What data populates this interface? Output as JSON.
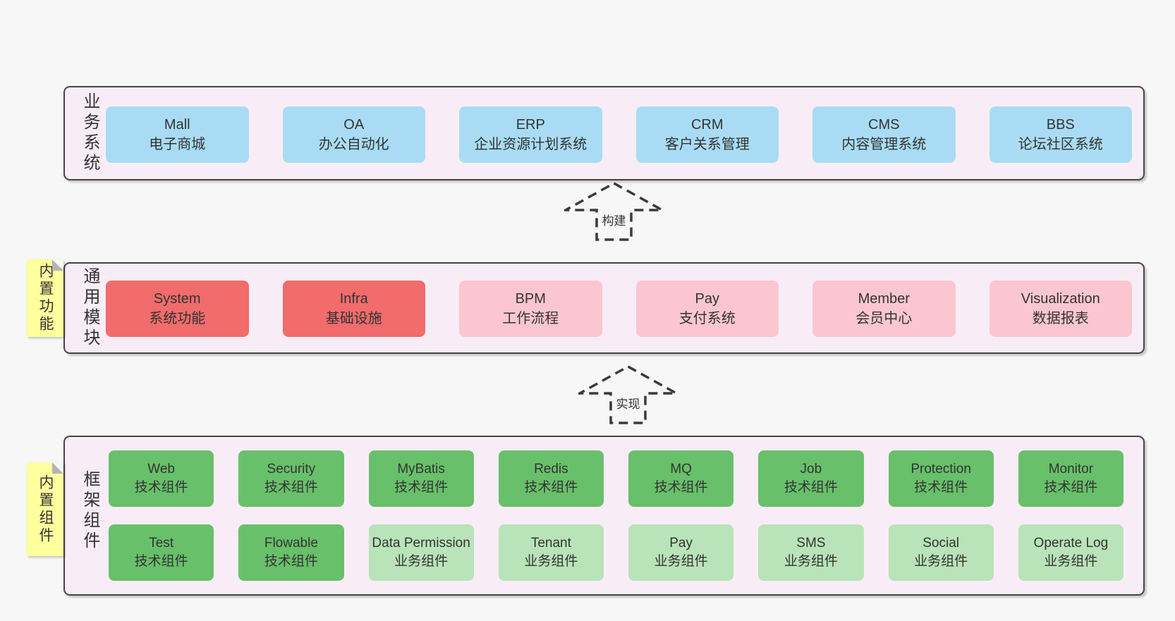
{
  "layers": [
    {
      "label": "业务系统",
      "boxes": [
        {
          "en": "Mall",
          "zh": "电子商城"
        },
        {
          "en": "OA",
          "zh": "办公自动化"
        },
        {
          "en": "ERP",
          "zh": "企业资源计划系统"
        },
        {
          "en": "CRM",
          "zh": "客户关系管理"
        },
        {
          "en": "CMS",
          "zh": "内容管理系统"
        },
        {
          "en": "BBS",
          "zh": "论坛社区系统"
        }
      ]
    },
    {
      "label": "通用模块",
      "sticky": "内置功能",
      "boxes": [
        {
          "en": "System",
          "zh": "系统功能"
        },
        {
          "en": "Infra",
          "zh": "基础设施"
        },
        {
          "en": "BPM",
          "zh": "工作流程"
        },
        {
          "en": "Pay",
          "zh": "支付系统"
        },
        {
          "en": "Member",
          "zh": "会员中心"
        },
        {
          "en": "Visualization",
          "zh": "数据报表"
        }
      ]
    },
    {
      "label": "框架组件",
      "sticky": "内置组件",
      "rows": [
        [
          {
            "en": "Web",
            "zh": "技术组件"
          },
          {
            "en": "Security",
            "zh": "技术组件"
          },
          {
            "en": "MyBatis",
            "zh": "技术组件"
          },
          {
            "en": "Redis",
            "zh": "技术组件"
          },
          {
            "en": "MQ",
            "zh": "技术组件"
          },
          {
            "en": "Job",
            "zh": "技术组件"
          },
          {
            "en": "Protection",
            "zh": "技术组件"
          },
          {
            "en": "Monitor",
            "zh": "技术组件"
          }
        ],
        [
          {
            "en": "Test",
            "zh": "技术组件"
          },
          {
            "en": "Flowable",
            "zh": "技术组件"
          },
          {
            "en": "Data Permission",
            "zh": "业务组件"
          },
          {
            "en": "Tenant",
            "zh": "业务组件"
          },
          {
            "en": "Pay",
            "zh": "业务组件"
          },
          {
            "en": "SMS",
            "zh": "业务组件"
          },
          {
            "en": "Social",
            "zh": "业务组件"
          },
          {
            "en": "Operate Log",
            "zh": "业务组件"
          }
        ]
      ]
    }
  ],
  "arrows": [
    {
      "label": "构建"
    },
    {
      "label": "实现"
    }
  ],
  "colors": {
    "page_bg": "#f7f7f7",
    "container_bg": "#f8edf6",
    "container_border": "#454545",
    "blue": "#a9dcf4",
    "red": "#f16c6c",
    "pink": "#fbc6cf",
    "green": "#68c06a",
    "light_green": "#b9e3b9",
    "sticky_yellow": "#feff9d",
    "text": "#333333"
  }
}
